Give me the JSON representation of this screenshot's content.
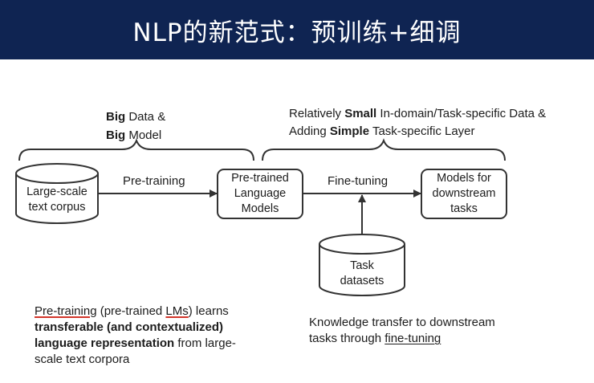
{
  "title": "NLP的新范式：预训练+细调",
  "top_left_note": {
    "line1_bold": "Big",
    "line1_rest": " Data &",
    "line2_bold": "Big",
    "line2_rest": " Model"
  },
  "top_right_note": {
    "line1_pre": "Relatively ",
    "line1_bold": "Small",
    "line1_post": " In-domain/Task-specific Data &",
    "line2_pre": "Adding ",
    "line2_bold": "Simple",
    "line2_post": " Task-specific Layer"
  },
  "nodes": {
    "corpus": [
      "Large-scale",
      "text corpus"
    ],
    "plm": [
      "Pre-trained",
      "Language",
      "Models"
    ],
    "downstream": [
      "Models for",
      "downstream",
      "tasks"
    ],
    "datasets": [
      "Task",
      "datasets"
    ]
  },
  "edges": {
    "pretraining": "Pre-training",
    "finetuning": "Fine-tuning"
  },
  "bottom_left_note": {
    "l1_u1": "Pre-training",
    "l1_mid": " (pre-trained ",
    "l1_u2": "LMs",
    "l1_end": ") learns",
    "l2_bold": "transferable (and contextualized)",
    "l3_bold": "language representation",
    "l3_rest": " from large-",
    "l4": "scale text corpora"
  },
  "bottom_right_note": {
    "l1": "Knowledge transfer to downstream",
    "l2_pre": "tasks through ",
    "l2_u": "fine-tuning"
  },
  "colors": {
    "title_bg": "#0f2452",
    "title_fg": "#ffffff",
    "stroke": "#333333",
    "underline_red": "#d2352a"
  }
}
